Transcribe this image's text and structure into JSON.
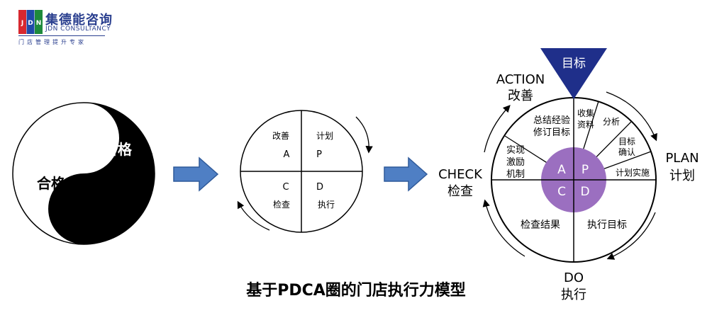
{
  "logo": {
    "mark_letters": [
      "J",
      "D",
      "N"
    ],
    "name_cn": "集德能咨询",
    "name_en": "JDN CONSULTANCY",
    "tagline": "门店管理提升专家",
    "colors": {
      "brand": "#2a3f8f",
      "red": "#d7282f",
      "green": "#1e8a3c",
      "blue": "#1f4aa8"
    }
  },
  "yinyang": {
    "label_black": "不合格",
    "label_white": "合格"
  },
  "pdca_basic": {
    "quadrants": {
      "top_left": {
        "word": "改善",
        "letter": "A"
      },
      "top_right": {
        "word": "计划",
        "letter": "P"
      },
      "bottom_left": {
        "letter": "C",
        "word": "检查"
      },
      "bottom_right": {
        "letter": "D",
        "word": "执行"
      }
    }
  },
  "pdca_detail": {
    "goal": "目标",
    "phases": {
      "action": {
        "en": "ACTION",
        "cn": "改善"
      },
      "plan": {
        "en": "PLAN",
        "cn": "计划"
      },
      "check": {
        "en": "CHECK",
        "cn": "检查"
      },
      "do": {
        "en": "DO",
        "cn": "执行"
      }
    },
    "segments": {
      "summary": [
        "总结经验",
        "修订目标"
      ],
      "collect": [
        "收集",
        "资料"
      ],
      "analyze": "分析",
      "confirm": [
        "目标",
        "确认"
      ],
      "implement": "计划实施",
      "reward": [
        "实现",
        "激励",
        "机制"
      ],
      "check_results": "检查结果",
      "execute_goals": "执行目标"
    },
    "core": {
      "a": "A",
      "p": "P",
      "c": "C",
      "d": "D"
    },
    "core_color": "#9b6fc0",
    "goal_triangle_color": "#1f2f8a"
  },
  "arrows_color": "#4f7fc4",
  "caption": "基于PDCA圈的门店执行力模型"
}
